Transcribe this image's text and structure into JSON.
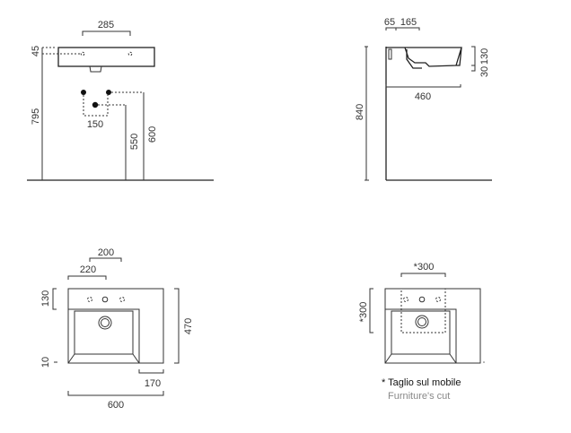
{
  "front_view": {
    "width_holes": "285",
    "top_offset": "45",
    "height_top": "795",
    "pipe_spacing": "150",
    "pipe_low": "550",
    "pipe_high": "600"
  },
  "side_view": {
    "offset_a": "65",
    "offset_b": "165",
    "depth": "460",
    "height_total": "840",
    "rim": "130",
    "bottom": "30"
  },
  "plan_view": {
    "holes_spacing": "200",
    "hole_offset": "220",
    "deck_depth": "130",
    "front_lip": "10",
    "depth": "470",
    "shelf_width": "170",
    "width": "600"
  },
  "cut_view": {
    "cut_width": "*300",
    "cut_depth": "*300",
    "note_it": "* Taglio sul mobile",
    "note_en": "Furniture's cut"
  }
}
